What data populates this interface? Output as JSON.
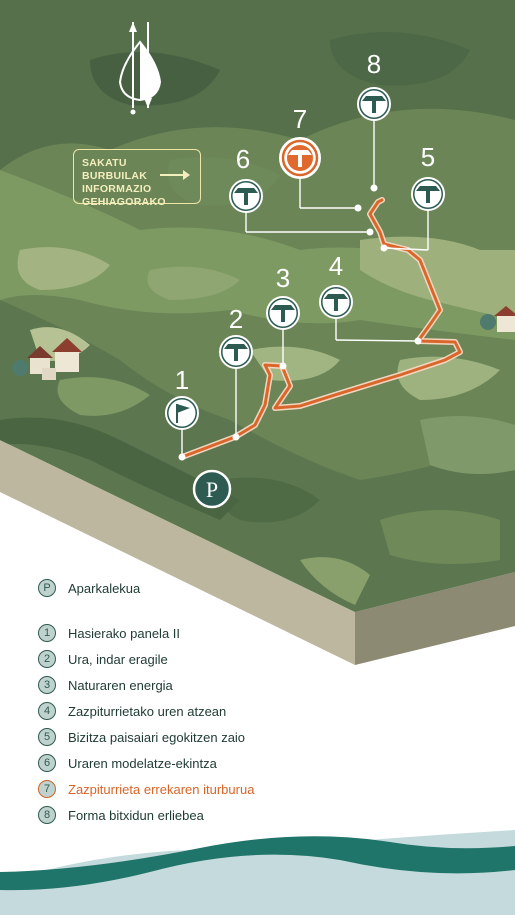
{
  "info_box": {
    "lines": [
      "SAKATU BURBUILAK",
      "INFORMAZIO",
      "GEHIAGORAKO"
    ]
  },
  "map": {
    "numbers": [
      "1",
      "2",
      "3",
      "4",
      "5",
      "6",
      "7",
      "8"
    ],
    "parking_symbol": "P"
  },
  "legend": {
    "parking": {
      "badge": "P",
      "label": "Aparkalekua"
    },
    "items": [
      {
        "badge": "1",
        "label": "Hasierako panela II"
      },
      {
        "badge": "2",
        "label": "Ura, indar eragile"
      },
      {
        "badge": "3",
        "label": "Naturaren energia"
      },
      {
        "badge": "4",
        "label": "Zazpiturrietako uren atzean"
      },
      {
        "badge": "5",
        "label": "Bizitza paisaiari egokitzen zaio"
      },
      {
        "badge": "6",
        "label": "Uraren modelatze-ekintza"
      },
      {
        "badge": "7",
        "label": "Zazpiturrieta errekaren iturburua"
      },
      {
        "badge": "8",
        "label": "Forma bitxidun erliebea"
      }
    ],
    "highlighted_item": "7"
  },
  "colors": {
    "route": "#d9672c",
    "highlight": "#d7652a",
    "marker_fill": "#2d5b52",
    "terrain_dark": "#5a7448",
    "terrain_light": "#8aa06c",
    "block_side": "#8d8a73",
    "info_text": "#f4eebd"
  },
  "icons": {
    "compass": "north-arrow-icon",
    "marker": "signpost-panel-icon",
    "start": "flag-icon",
    "parking": "parking-icon"
  }
}
